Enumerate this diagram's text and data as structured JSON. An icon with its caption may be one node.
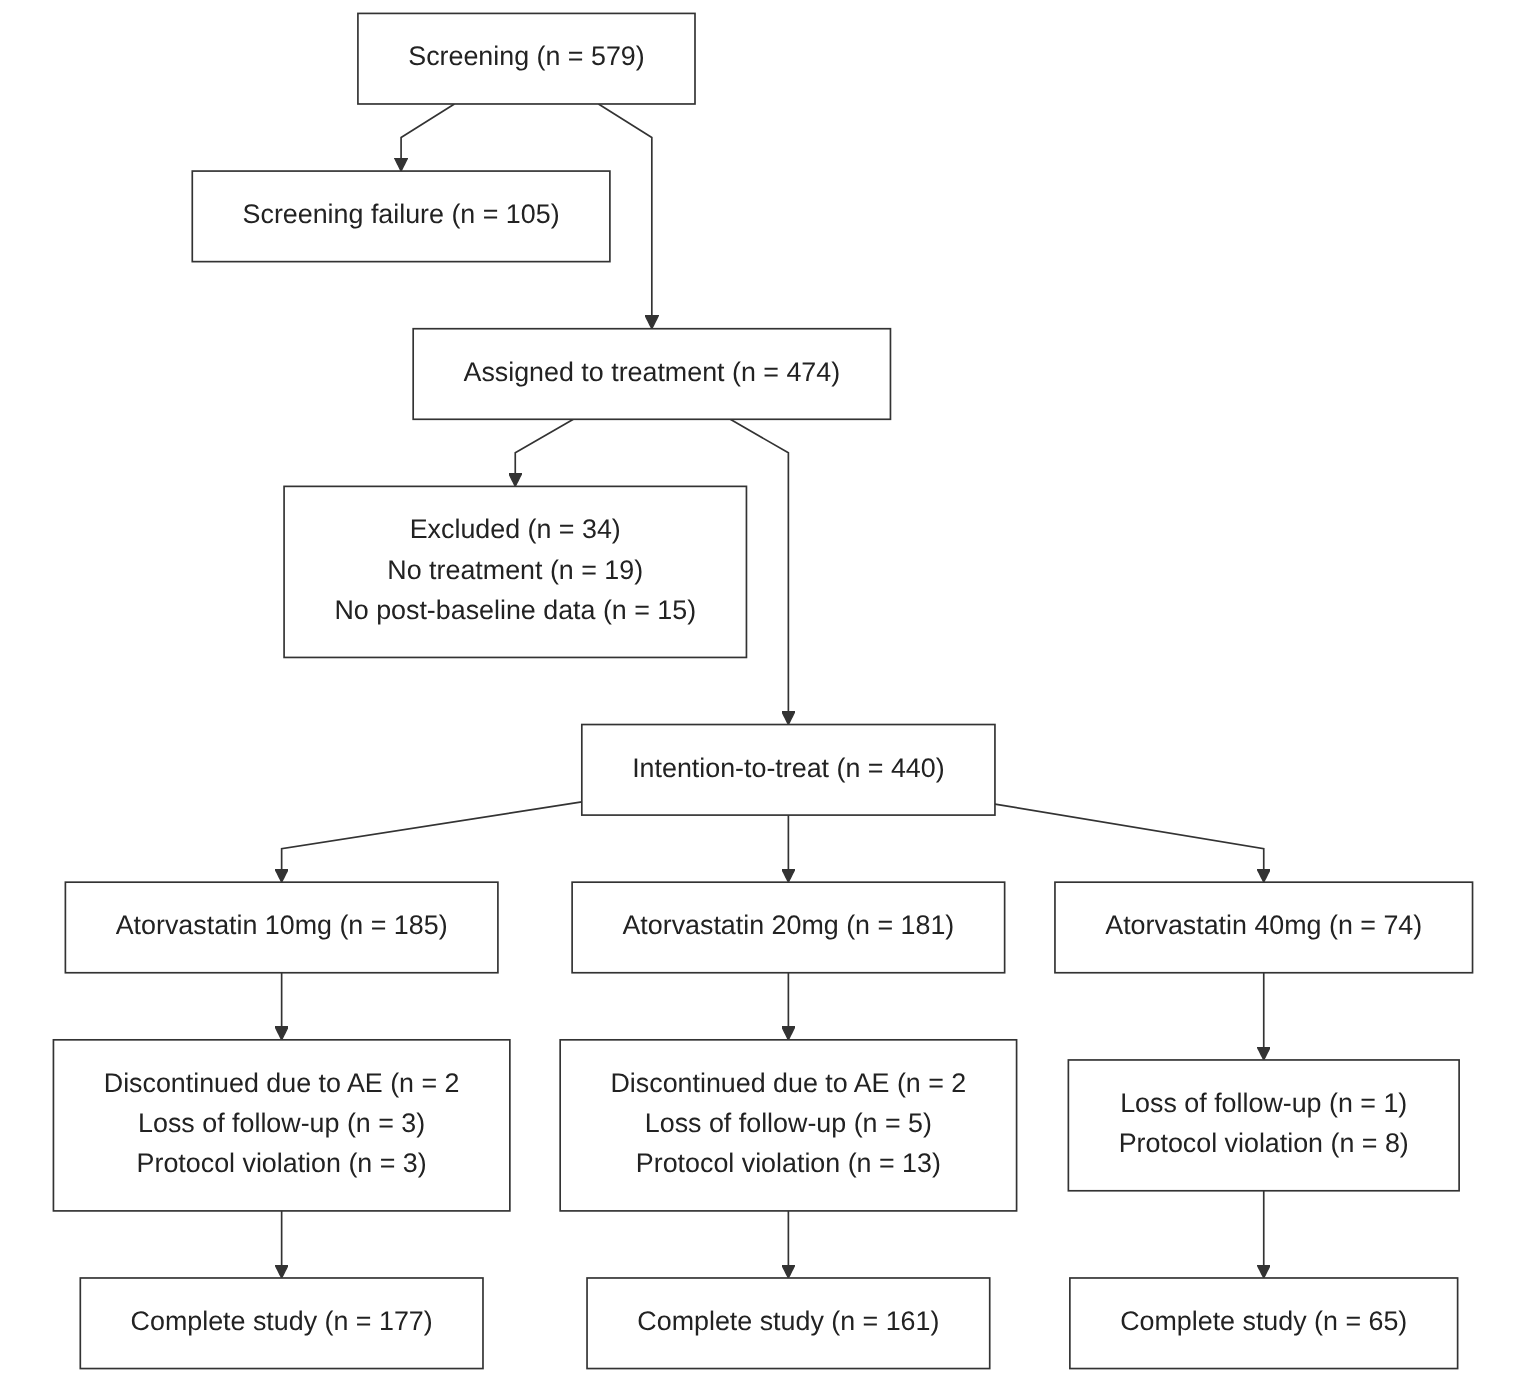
{
  "diagram": {
    "nodes": [
      {
        "text": [
          "Screening (n = 579)"
        ]
      },
      {
        "text": [
          "Screening failure (n = 105)"
        ]
      },
      {
        "text": [
          "Assigned to treatment (n = 474)"
        ]
      },
      {
        "text": [
          "Excluded (n = 34)",
          "No treatment (n = 19)",
          "No post-baseline data (n = 15)"
        ]
      },
      {
        "text": [
          "Intention-to-treat (n = 440)"
        ]
      },
      {
        "text": [
          "Atorvastatin 10mg (n = 185)"
        ]
      },
      {
        "text": [
          "Atorvastatin 20mg (n = 181)"
        ]
      },
      {
        "text": [
          "Atorvastatin 40mg (n = 74)"
        ]
      },
      {
        "text": [
          "Discontinued due to AE (n = 2",
          "Loss of follow-up (n = 3)",
          "Protocol violation (n = 3)"
        ]
      },
      {
        "text": [
          "Discontinued due to AE (n = 2",
          "Loss of follow-up (n = 5)",
          "Protocol violation (n = 13)"
        ]
      },
      {
        "text": [
          "Loss of follow-up (n = 1)",
          "Protocol violation (n = 8)"
        ]
      },
      {
        "text": [
          "Complete study (n = 177)"
        ]
      },
      {
        "text": [
          "Complete study (n = 161)"
        ]
      },
      {
        "text": [
          "Complete study (n = 65)"
        ]
      }
    ],
    "edges": [
      {
        "from": 0,
        "to": 2,
        "arrow": "to"
      },
      {
        "from": 0,
        "to": 1,
        "arrow": "to"
      },
      {
        "from": 2,
        "to": 4,
        "arrow": "to"
      },
      {
        "from": 2,
        "to": 3,
        "arrow": "to"
      },
      {
        "from": 4,
        "to": 5,
        "arrow": "to"
      },
      {
        "from": 4,
        "to": 6,
        "arrow": "to"
      },
      {
        "from": 4,
        "to": 7,
        "arrow": "to"
      },
      {
        "from": 5,
        "to": 8,
        "arrow": "to"
      },
      {
        "from": 6,
        "to": 9,
        "arrow": "to"
      },
      {
        "from": 7,
        "to": 10,
        "arrow": "to"
      },
      {
        "from": 8,
        "to": 11,
        "arrow": "to"
      },
      {
        "from": 9,
        "to": 12,
        "arrow": "to"
      },
      {
        "from": 10,
        "to": 13,
        "arrow": "to"
      }
    ]
  }
}
